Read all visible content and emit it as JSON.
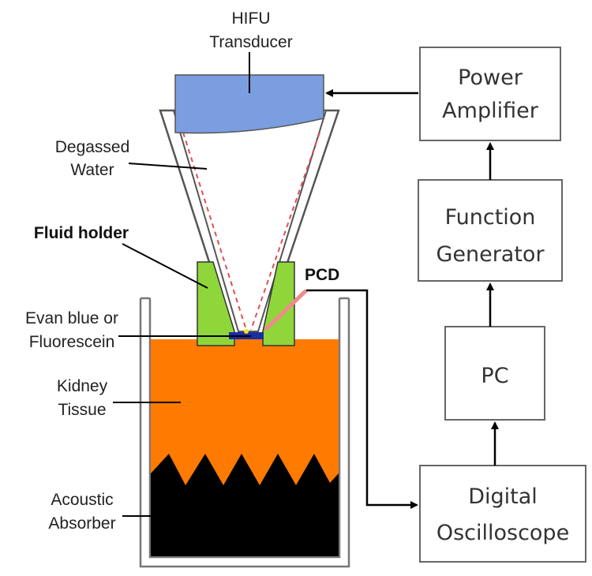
{
  "labels": {
    "hifu_line1": "HIFU",
    "hifu_line2": "Transducer",
    "degassed_line1": "Degassed",
    "degassed_line2": "Water",
    "fluid_holder": "Fluid holder",
    "pcd": "PCD",
    "evan_line1": "Evan blue or",
    "evan_line2": "Fluorescein",
    "kidney_line1": "Kidney",
    "kidney_line2": "Tissue",
    "acoustic_line1": "Acoustic",
    "acoustic_line2": "Absorber"
  },
  "boxes": {
    "power_line1": "Power",
    "power_line2": "Amplifier",
    "function_line1": "Function",
    "function_line2": "Generator",
    "pc": "PC",
    "digital_line1": "Digital",
    "digital_line2": "Oscilloscope"
  },
  "colors": {
    "transducer": "#7b9ee0",
    "fluid_holder": "#8fd63a",
    "kidney_tissue": "#ff7a00",
    "absorber": "#000000",
    "focus_lines": "#e05050",
    "dye": "#1a2ea0",
    "pcd_probe": "#f08a8a"
  }
}
